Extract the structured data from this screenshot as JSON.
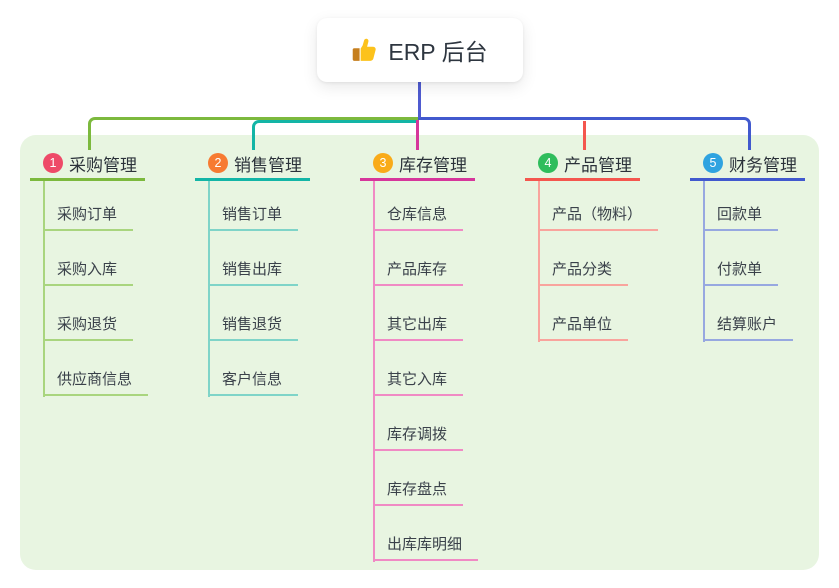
{
  "root": {
    "icon": "thumbs-up",
    "icon_glyph": "👍",
    "label": "ERP 后台"
  },
  "connector_color": "#4f5bd0",
  "branches": [
    {
      "number": "1",
      "title": "采购管理",
      "color": "#7cb93d",
      "light_color": "#a9d57e",
      "badge_color": "#ee4a68",
      "children": [
        "采购订单",
        "采购入库",
        "采购退货",
        "供应商信息"
      ]
    },
    {
      "number": "2",
      "title": "销售管理",
      "color": "#13b5a6",
      "light_color": "#7fd4c8",
      "badge_color": "#f77b32",
      "children": [
        "销售订单",
        "销售出库",
        "销售退货",
        "客户信息"
      ]
    },
    {
      "number": "3",
      "title": "库存管理",
      "color": "#d6369b",
      "light_color": "#f08ac4",
      "badge_color": "#f9ab19",
      "children": [
        "仓库信息",
        "产品库存",
        "其它出库",
        "其它入库",
        "库存调拨",
        "库存盘点",
        "出库库明细"
      ]
    },
    {
      "number": "4",
      "title": "产品管理",
      "color": "#f4564e",
      "light_color": "#f9a49d",
      "badge_color": "#2fbd5c",
      "children": [
        "产品（物料）",
        "产品分类",
        "产品单位"
      ]
    },
    {
      "number": "5",
      "title": "财务管理",
      "color": "#4159ce",
      "light_color": "#97a8e0",
      "badge_color": "#2fa3e0",
      "children": [
        "回款单",
        "付款单",
        "结算账户"
      ]
    }
  ]
}
